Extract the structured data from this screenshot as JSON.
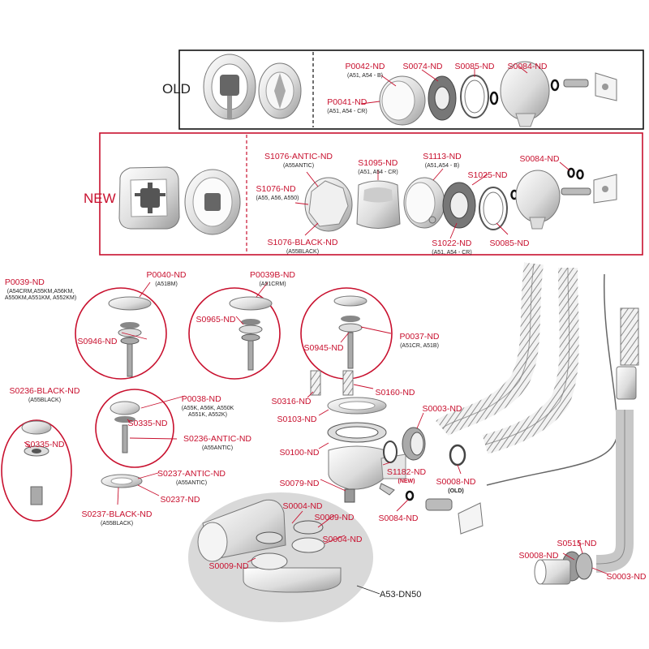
{
  "sections": {
    "old_label": "OLD",
    "new_label": "NEW",
    "a53_label": "A53-DN50"
  },
  "parts": {
    "p0042": {
      "code": "P0042-ND",
      "note": "(A51, A54 - B)"
    },
    "s0074": {
      "code": "S0074-ND"
    },
    "s0085_old": {
      "code": "S0085-ND"
    },
    "s0084_old": {
      "code": "S0084-ND"
    },
    "p0041": {
      "code": "P0041-ND",
      "note": "(A51, A54 - CR)"
    },
    "s1076_antic": {
      "code": "S1076-ANTIC-ND",
      "note": "(A55ANTIC)"
    },
    "s1095": {
      "code": "S1095-ND",
      "note": "(A51, A54 - CR)"
    },
    "s1113": {
      "code": "S1113-ND",
      "note": "(A51,A54 - B)"
    },
    "s1025": {
      "code": "S1025-ND"
    },
    "s0084_new": {
      "code": "S0084-ND"
    },
    "s1076": {
      "code": "S1076-ND",
      "note": "(A55, A56, A550)"
    },
    "s1076_black": {
      "code": "S1076-BLACK-ND",
      "note": "(A55BLACK)"
    },
    "s1022": {
      "code": "S1022-ND",
      "note": "(A51, A54 - CR)"
    },
    "s0085_new": {
      "code": "S0085-ND"
    },
    "p0039": {
      "code": "P0039-ND",
      "note1": "(A54CRM,A55KM,A56KM,",
      "note2": "A550KM,A551KM, A552KM)"
    },
    "p0040": {
      "code": "P0040-ND",
      "note": "(A51BM)"
    },
    "p0039b": {
      "code": "P0039B-ND",
      "note": "(A51CRM)"
    },
    "s0946": {
      "code": "S0946-ND"
    },
    "s0965": {
      "code": "S0965-ND"
    },
    "s0945": {
      "code": "S0945-ND"
    },
    "p0037": {
      "code": "P0037-ND",
      "note": "(A51CR, A51B)"
    },
    "s0236_black": {
      "code": "S0236-BLACK-ND",
      "note": "(A55BLACK)"
    },
    "p0038": {
      "code": "P0038-ND",
      "note1": "(A55K, A56K, A550K",
      "note2": "A551K, A552K)"
    },
    "s0335_a": {
      "code": "S0335-ND"
    },
    "s0335_b": {
      "code": "S0335-ND"
    },
    "s0236_antic": {
      "code": "S0236-ANTIC-ND",
      "note": "(A55ANTIC)"
    },
    "s0237_antic": {
      "code": "S0237-ANTIC-ND",
      "note": "(A55ANTIC)"
    },
    "s0237": {
      "code": "S0237-ND"
    },
    "s0237_black": {
      "code": "S0237-BLACK-ND",
      "note": "(A55BLACK)"
    },
    "s0316": {
      "code": "S0316-ND"
    },
    "s0160": {
      "code": "S0160-ND"
    },
    "s0103": {
      "code": "S0103-ND"
    },
    "s0003_a": {
      "code": "S0003-ND"
    },
    "s0100": {
      "code": "S0100-ND"
    },
    "s1182": {
      "code": "S1182-ND",
      "note": "(NEW)"
    },
    "s0008_a": {
      "code": "S0008-ND",
      "note": "(OLD)"
    },
    "s0079": {
      "code": "S0079-ND"
    },
    "s0084_c": {
      "code": "S0084-ND"
    },
    "s0004_a": {
      "code": "S0004-ND"
    },
    "s0009_a": {
      "code": "S0009-ND"
    },
    "s0004_b": {
      "code": "S0004-ND"
    },
    "s0009_b": {
      "code": "S0009-ND"
    },
    "s0515": {
      "code": "S0515-ND"
    },
    "s0008_b": {
      "code": "S0008-ND"
    },
    "s0003_b": {
      "code": "S0003-ND"
    }
  },
  "colors": {
    "accent": "#c8102e",
    "ink": "#222222",
    "part": "#8a8a8a",
    "shade": "#d9d9d9"
  }
}
